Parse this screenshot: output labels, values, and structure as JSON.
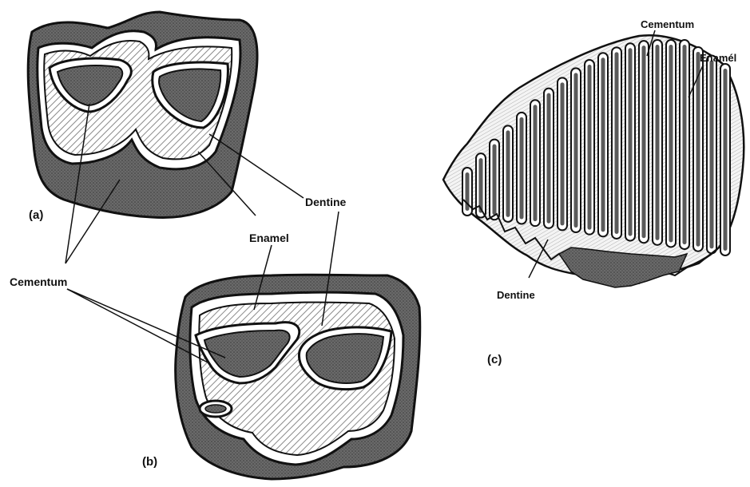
{
  "figure": {
    "panel_a": {
      "caption": "(a)",
      "labels": {
        "cementum": "Cementum",
        "enamel": "Enamel",
        "dentine": "Dentine"
      }
    },
    "panel_b": {
      "caption": "(b)"
    },
    "panel_c": {
      "caption": "(c)",
      "labels": {
        "cementum": "Cementum",
        "enamel": "Enamél",
        "dentine": "Dentine"
      }
    },
    "colors": {
      "cementum_fill": "#5a5a5a",
      "enamel_fill": "#ffffff",
      "dentine_hatch": "#8a8a8a",
      "outline": "#111111"
    }
  }
}
